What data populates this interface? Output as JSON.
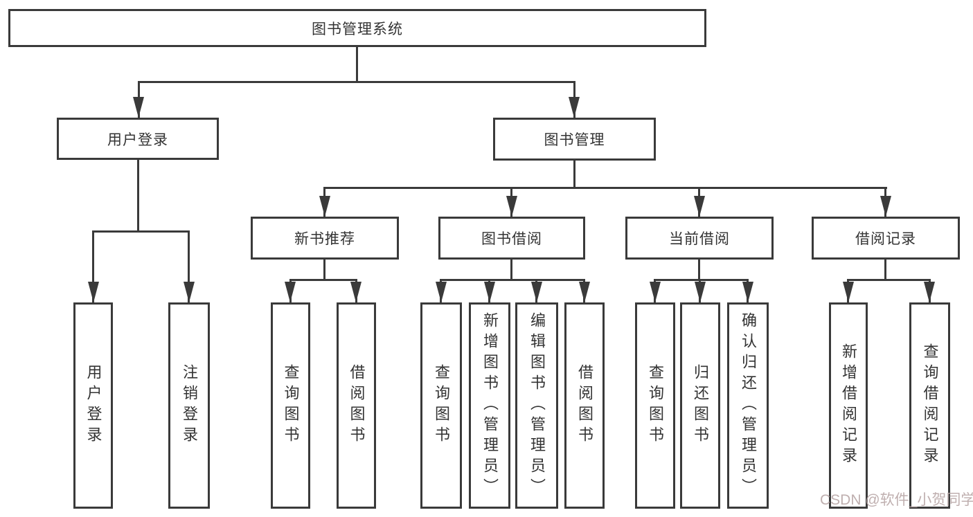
{
  "diagram": {
    "type": "tree",
    "title": "图书管理系统",
    "nodes": {
      "root": {
        "label": "图书管理系统"
      },
      "user_login": {
        "label": "用户登录"
      },
      "book_mgmt": {
        "label": "图书管理"
      },
      "login": {
        "label": "用户登录"
      },
      "logout": {
        "label": "注销登录"
      },
      "new_book": {
        "label": "新书推荐"
      },
      "borrow": {
        "label": "图书借阅"
      },
      "current": {
        "label": "当前借阅"
      },
      "records": {
        "label": "借阅记录"
      },
      "nb_query": {
        "label": "查询图书"
      },
      "nb_borrow": {
        "label": "借阅图书"
      },
      "bb_query": {
        "label": "查询图书"
      },
      "bb_add": {
        "label": "新增图书（管理员）"
      },
      "bb_edit": {
        "label": "编辑图书（管理员）"
      },
      "bb_borrow": {
        "label": "借阅图书"
      },
      "cb_query": {
        "label": "查询图书"
      },
      "cb_return": {
        "label": "归还图书"
      },
      "cb_confirm": {
        "label": "确认归还（管理员）"
      },
      "br_add": {
        "label": "新增借阅记录"
      },
      "br_query": {
        "label": "查询借阅记录"
      }
    },
    "edges": [
      {
        "from": "root",
        "to": "user_login"
      },
      {
        "from": "root",
        "to": "book_mgmt"
      },
      {
        "from": "user_login",
        "to": "login"
      },
      {
        "from": "user_login",
        "to": "logout"
      },
      {
        "from": "book_mgmt",
        "to": "new_book"
      },
      {
        "from": "book_mgmt",
        "to": "borrow"
      },
      {
        "from": "book_mgmt",
        "to": "current"
      },
      {
        "from": "book_mgmt",
        "to": "records"
      },
      {
        "from": "new_book",
        "to": "nb_query"
      },
      {
        "from": "new_book",
        "to": "nb_borrow"
      },
      {
        "from": "borrow",
        "to": "bb_query"
      },
      {
        "from": "borrow",
        "to": "bb_add"
      },
      {
        "from": "borrow",
        "to": "bb_edit"
      },
      {
        "from": "borrow",
        "to": "bb_borrow"
      },
      {
        "from": "current",
        "to": "cb_query"
      },
      {
        "from": "current",
        "to": "cb_return"
      },
      {
        "from": "current",
        "to": "cb_confirm"
      },
      {
        "from": "records",
        "to": "br_add"
      },
      {
        "from": "records",
        "to": "br_query"
      }
    ],
    "colors": {
      "line": "#3a3a3a",
      "text": "#333333",
      "background": "#ffffff",
      "watermark": "#b8a6a6"
    }
  },
  "watermark": {
    "text": "CSDN @软件_小贺同学"
  }
}
